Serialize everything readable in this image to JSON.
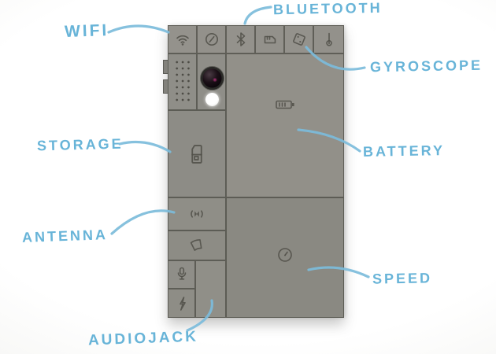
{
  "diagram_title": "Modular phone component diagram",
  "colors": {
    "label_blue": "#68b4d8",
    "connector_blue": "#7cbcdb",
    "phone_gray": "#8e8d88",
    "icon_dark": "#4f4e47",
    "background": "#ffffff"
  },
  "labels": {
    "wifi": "WIFI",
    "bluetooth": "BLUETOOTH",
    "gyroscope": "GYROSCOPE",
    "storage": "STORAGE",
    "battery": "BATTERY",
    "antenna": "ANTENNA",
    "speed": "SPEED",
    "audiojack": "AUDIOJACK"
  },
  "modules": [
    {
      "name": "wifi",
      "icon": "wifi-icon"
    },
    {
      "name": "no-signal",
      "icon": "no-signal-icon"
    },
    {
      "name": "bluetooth",
      "icon": "bluetooth-icon"
    },
    {
      "name": "sd-card",
      "icon": "sd-card-icon"
    },
    {
      "name": "gyroscope",
      "icon": "gyroscope-icon"
    },
    {
      "name": "thermometer",
      "icon": "thermometer-icon"
    },
    {
      "name": "speaker-grille",
      "icon": "speaker-grille"
    },
    {
      "name": "camera",
      "icon": "camera-lens"
    },
    {
      "name": "storage",
      "icon": "storage-card-icon"
    },
    {
      "name": "battery",
      "icon": "battery-icon"
    },
    {
      "name": "antenna",
      "icon": "antenna-icon"
    },
    {
      "name": "paper",
      "icon": "paper-icon"
    },
    {
      "name": "microphone",
      "icon": "microphone-icon"
    },
    {
      "name": "charger",
      "icon": "lightning-icon"
    },
    {
      "name": "audiojack",
      "icon": "blank-module"
    },
    {
      "name": "speed",
      "icon": "speedometer-icon"
    }
  ]
}
